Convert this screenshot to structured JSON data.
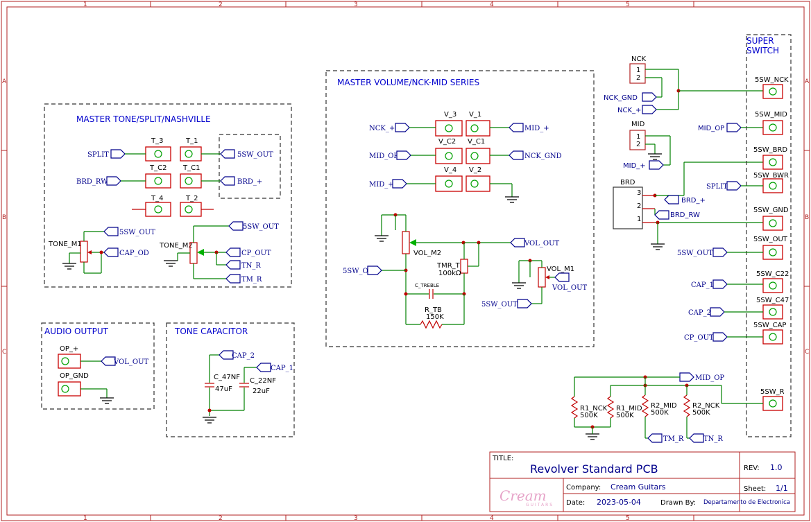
{
  "zones": {
    "cols": [
      "1",
      "2",
      "3",
      "4",
      "5"
    ],
    "rows": [
      "A",
      "B",
      "C"
    ]
  },
  "sections": {
    "tone": "MASTER TONE/SPLIT/NASHVILLE",
    "volume": "MASTER VOLUME/NCK-MID SERIES",
    "audio": "AUDIO OUTPUT",
    "capacitor": "TONE CAPACITOR",
    "super_switch_1": "SUPER",
    "super_switch_2": "SWITCH"
  },
  "tone": {
    "pads": [
      "T_3",
      "T_1",
      "T_C2",
      "T_C1",
      "T_4",
      "T_2"
    ],
    "nets": [
      "SPLIT",
      "5SW_OUT",
      "BRD_RW",
      "BRD_+",
      "5SW_OUT",
      "CAP_OD",
      "5SW_OUT",
      "CP_OUT",
      "TN_R",
      "TM_R"
    ],
    "pots": [
      "TONE_M1",
      "TONE_M2"
    ]
  },
  "volume": {
    "pads": [
      "V_3",
      "V_1",
      "V_C2",
      "V_C1",
      "V_4",
      "V_2"
    ],
    "nets": [
      "NCK_+",
      "MID_+",
      "MID_OP",
      "NCK_GND",
      "MID_+",
      "VOL_OUT",
      "5SW_OUT",
      "5SW_OUT",
      "VOL_OUT"
    ],
    "pots": [
      "VOL_M2",
      "TMR_T",
      "VOL_M1"
    ],
    "tmr_value": "100kΩ",
    "cap": "C_TREBLE",
    "res": "R_TB",
    "res_value": "150K"
  },
  "audio": {
    "pads": [
      "OP_+",
      "OP_GND"
    ],
    "net": "VOL_OUT"
  },
  "capacitor": {
    "nets": [
      "CAP_2",
      "CAP_1"
    ],
    "caps": [
      {
        "name": "C_47NF",
        "value": "47uF"
      },
      {
        "name": "C_22NF",
        "value": "22uF"
      }
    ]
  },
  "connectors": {
    "nck": {
      "name": "NCK",
      "pins": [
        "1",
        "2"
      ],
      "nets": [
        "NCK_GND",
        "NCK_+"
      ]
    },
    "mid": {
      "name": "MID",
      "pins": [
        "1",
        "2"
      ],
      "nets": [
        "MID_OP",
        "MID_+"
      ]
    },
    "brd": {
      "name": "BRD",
      "pins": [
        "3",
        "2",
        "1"
      ],
      "nets": [
        "BRD_+",
        "BRD_RW"
      ]
    }
  },
  "super_switch": {
    "pads": [
      "5SW_NCK",
      "5SW_MID",
      "5SW_BRD",
      "5SW_BWR",
      "5SW_GND",
      "5SW_OUT",
      "5SW_C22",
      "5SW_C47",
      "5SW_CAP",
      "5SW_R"
    ],
    "nets": [
      "SPLIT",
      "5SW_OUT",
      "CAP_1",
      "CAP_2",
      "CP_OUT",
      "MID_OP"
    ]
  },
  "resistors": [
    {
      "name": "R1_NCK",
      "value": "500K"
    },
    {
      "name": "R1_MID",
      "value": "500K"
    },
    {
      "name": "R2_MID",
      "value": "500K"
    },
    {
      "name": "R2_NCK",
      "value": "500K"
    }
  ],
  "resistor_nets": [
    "TM_R",
    "TN_R"
  ],
  "title_block": {
    "title_label": "TITLE:",
    "title": "Revolver Standard PCB",
    "rev_label": "REV:",
    "rev": "1.0",
    "company_label": "Company:",
    "company": "Cream Guitars",
    "sheet_label": "Sheet:",
    "sheet": "1/1",
    "date_label": "Date:",
    "date": "2023-05-04",
    "drawn_label": "Drawn By:",
    "drawn": "Departamento de Electronica",
    "logo_text": "Cream",
    "logo_sub": "GUITARS"
  }
}
